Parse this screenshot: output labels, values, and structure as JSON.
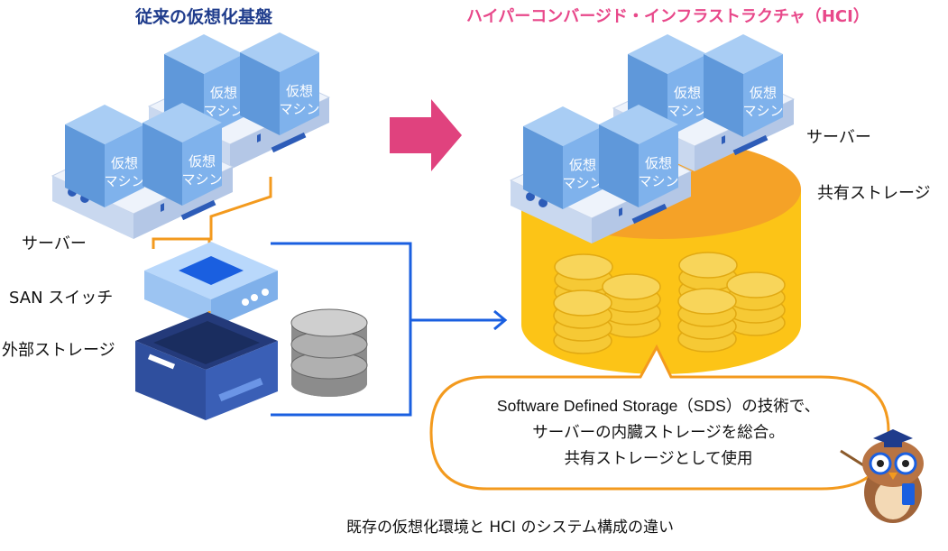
{
  "titles": {
    "left": "従来の仮想化基盤",
    "right": "ハイパーコンバージド・インフラストラクチャ（HCI）"
  },
  "labels": {
    "left_server": "サーバー",
    "san_switch": "SAN スイッチ",
    "external_storage": "外部ストレージ",
    "right_server": "サーバー",
    "shared_storage": "共有ストレージ"
  },
  "vm_label": [
    "仮想",
    "マシン"
  ],
  "bubble": {
    "line1": "Software Defined Storage（SDS）の技術で、",
    "line2": "サーバーの内臓ストレージを総合。",
    "line3": "共有ストレージとして使用"
  },
  "caption": "既存の仮想化環境と HCI のシステム構成の違い",
  "colors": {
    "left_title": "#1f3c8c",
    "right_title": "#e8488a",
    "arrow": "#e0427e",
    "connector_blue": "#1a5fe0",
    "connector_orange": "#f39a1e",
    "vm_cube": "#6fa7e6",
    "server_body": "#dfe9f7",
    "cylinder_orange": "#f5a227",
    "cylinder_yellow": "#fcc417",
    "coin": "#f6c935",
    "bubble_border": "#f39a1e"
  }
}
